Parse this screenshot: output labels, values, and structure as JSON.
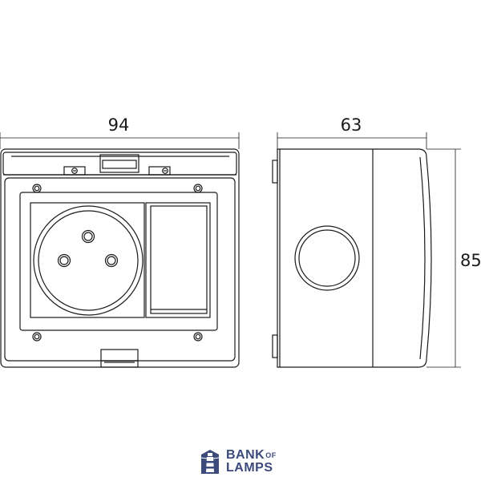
{
  "dimensions": {
    "width_front": "94",
    "depth_side": "63",
    "height_side": "85"
  },
  "logo": {
    "line1": "BANK",
    "of": "OF",
    "line2": "LAMPS",
    "icon": "lighthouse-icon",
    "color": "#3c4a7c"
  },
  "colors": {
    "line": "#1a1a1a"
  }
}
